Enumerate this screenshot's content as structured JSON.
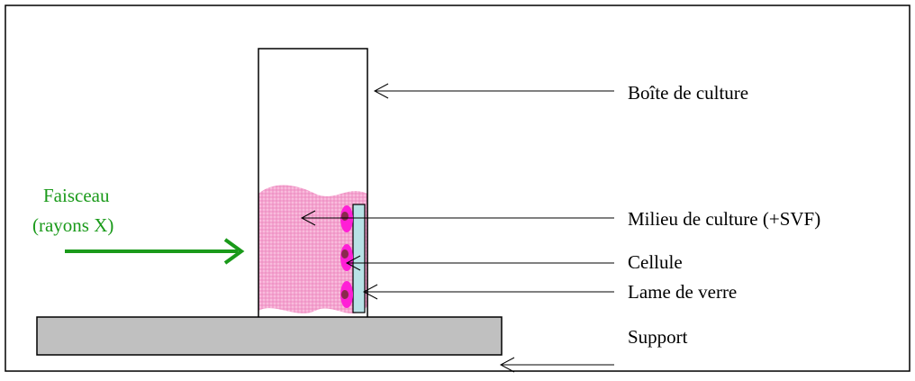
{
  "labels": {
    "beam": [
      "Faisceau",
      "(rayons X)"
    ],
    "culture_box": "Boîte de culture",
    "culture_medium": "Milieu de culture (+SVF)",
    "cell": "Cellule",
    "glass_slide": "Lame de verre",
    "support": "Support"
  },
  "colors": {
    "frame": "#000000",
    "beam": "#1a9a1a",
    "medium": "#f4a3cf",
    "cell": "#ff1fd6",
    "nucleus": "#8a2a4e",
    "glass": "#b8e2e6",
    "support": "#c0c0c0"
  }
}
